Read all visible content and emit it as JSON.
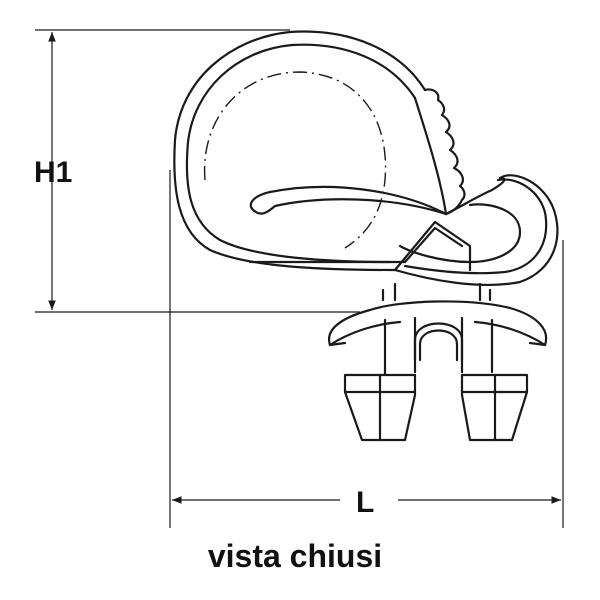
{
  "dimensions": {
    "height_label": "H1",
    "length_label": "L"
  },
  "caption": "vista chiusi",
  "colors": {
    "line": "#1a1a1a",
    "background": "#ffffff"
  }
}
